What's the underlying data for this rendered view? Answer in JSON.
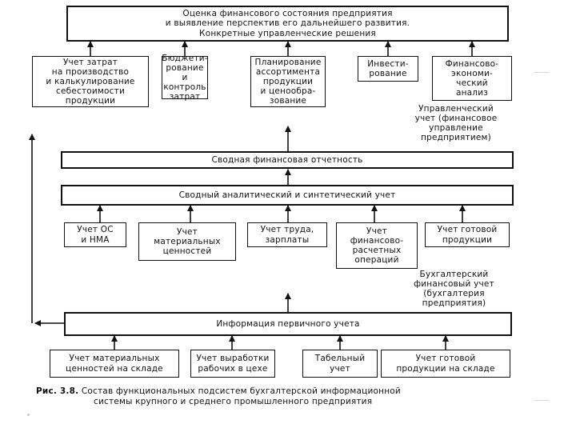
{
  "top_box": "Оценка финансового состояния предприятия\nи выявление перспектив его дальнейшего развития.\nКонкретные управленческие решения",
  "management_row": [
    "Учет затрат\nна производство\nи калькулирование\nсебестоимости\nпродукции",
    "Бюджети-\nрование\nи контроль\nзатрат",
    "Планирование\nассортимента\nпродукции\nи ценообра-\nзование",
    "Инвести-\nрование",
    "Финансово-\nэкономи-\nческий\nанализ"
  ],
  "management_label": "Управленческий\nучет (финансовое\nуправление\nпредприятием)",
  "summary_reporting": "Сводная финансовая отчетность",
  "summary_accounting": "Сводный аналитический и синтетический учет",
  "accounting_row": [
    "Учет ОС\nи НМА",
    "Учет\nматериальных\nценностей",
    "Учет труда,\nзарплаты",
    "Учет\nфинансово-\nрасчетных\nопераций",
    "Учет готовой\nпродукции"
  ],
  "accounting_label": "Бухгалтерский\nфинансовый учет\n(бухгалтерия\nпредприятия)",
  "primary_info": "Информация первичного учета",
  "primary_row": [
    "Учет материальных\nценностей на складе",
    "Учет выработки\nрабочих в цехе",
    "Табельный\nучет",
    "Учет готовой\nпродукции на складе"
  ],
  "caption": {
    "label": "Рис. 3.8.",
    "line1": "Состав функциональных подсистем бухгалтерской информационной",
    "line2": "системы крупного и среднего промышленного предприятия"
  }
}
